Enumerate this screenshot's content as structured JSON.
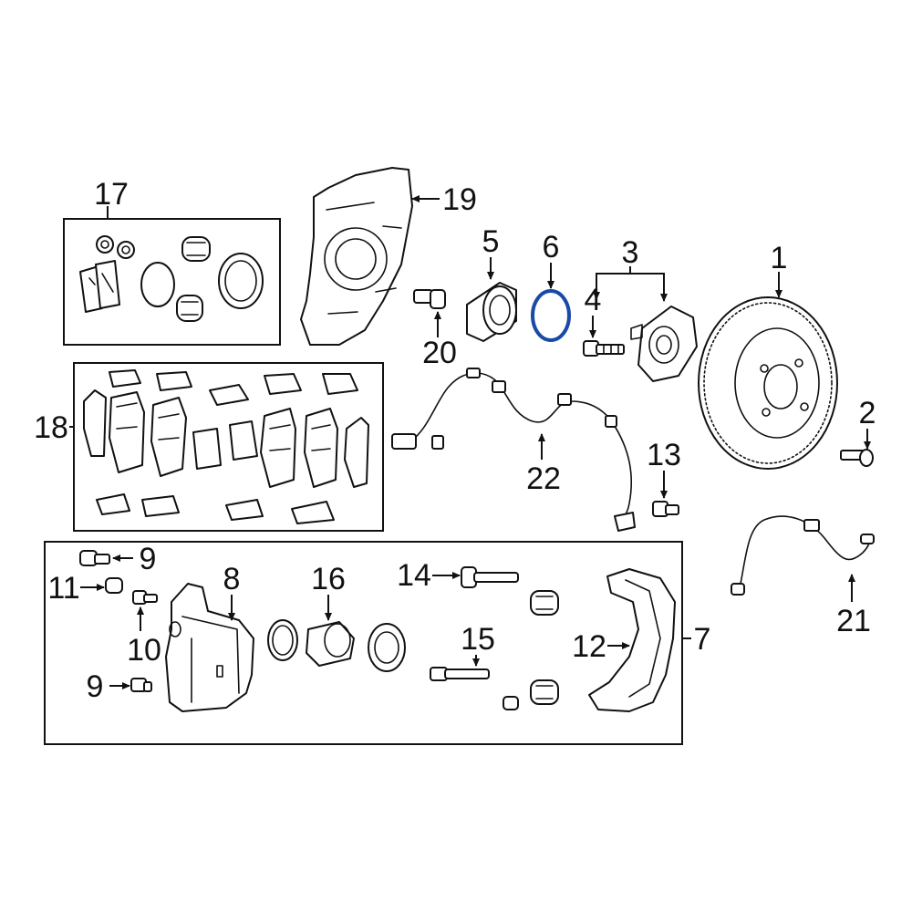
{
  "callouts": {
    "c1": "1",
    "c2": "2",
    "c3": "3",
    "c4": "4",
    "c5": "5",
    "c6": "6",
    "c7": "7",
    "c8": "8",
    "c9a": "9",
    "c9b": "9",
    "c10": "10",
    "c11": "11",
    "c12": "12",
    "c13": "13",
    "c14": "14",
    "c15": "15",
    "c16": "16",
    "c17": "17",
    "c18": "18",
    "c19": "19",
    "c20": "20",
    "c21": "21",
    "c22": "22"
  },
  "colors": {
    "line": "#111111",
    "highlight_ring": "#1a4aa8",
    "background": "#ffffff"
  }
}
